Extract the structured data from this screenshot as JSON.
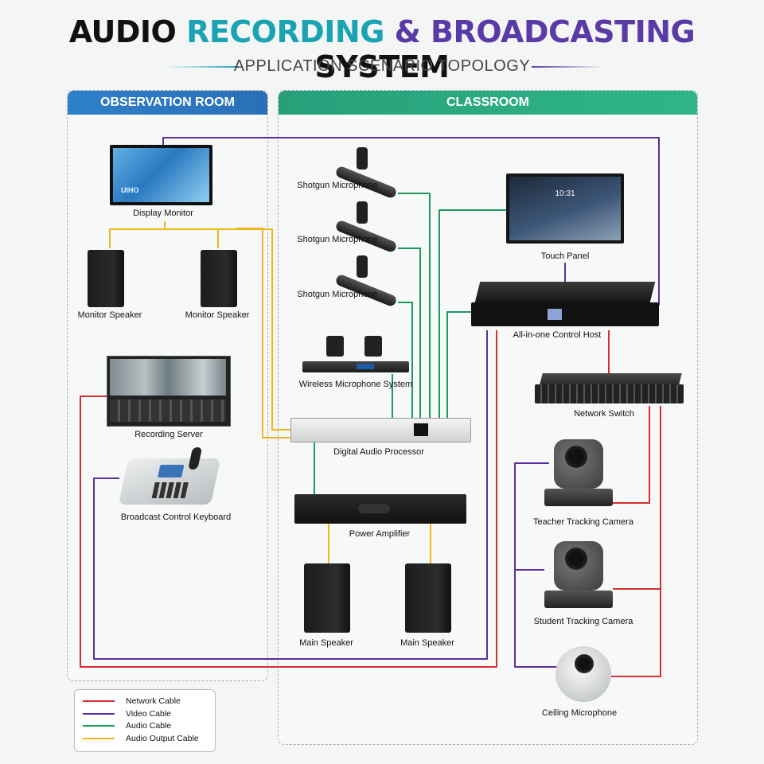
{
  "title": {
    "w1": "AUDIO",
    "w2": "RECORDING",
    "w3": "&",
    "w4": "BROADCASTING",
    "w5": "SYSTEM"
  },
  "subtitle": "APPLICATION SCENARIO TOPOLOGY",
  "panels": {
    "observation": "OBSERVATION ROOM",
    "classroom": "CLASSROOM"
  },
  "devices": {
    "display_monitor": "Display Monitor",
    "monitor_speaker_1": "Monitor Speaker",
    "monitor_speaker_2": "Monitor Speaker",
    "recording_server": "Recording Server",
    "broadcast_keyboard": "Broadcast Control Keyboard",
    "shotgun_mic_1": "Shotgun Microphone",
    "shotgun_mic_2": "Shotgun Microphone",
    "shotgun_mic_3": "Shotgun Microphone",
    "wireless_mic": "Wireless Microphone System",
    "digital_audio_processor": "Digital Audio Processor",
    "power_amplifier": "Power Amplifier",
    "main_speaker_1": "Main Speaker",
    "main_speaker_2": "Main Speaker",
    "touch_panel": "Touch Panel",
    "control_host": "All-in-one Control Host",
    "network_switch": "Network Switch",
    "teacher_camera": "Teacher Tracking Camera",
    "student_camera": "Student Tracking Camera",
    "ceiling_mic": "Ceiling Microphone"
  },
  "screen_text": {
    "clock": "10:31",
    "monitor_logo": "UIHO"
  },
  "legend": [
    {
      "label": "Network Cable",
      "color": "#d32f2f"
    },
    {
      "label": "Video Cable",
      "color": "#5b2d9e"
    },
    {
      "label": "Audio Cable",
      "color": "#1a9a5c"
    },
    {
      "label": "Audio Output Cable",
      "color": "#f2b51c"
    }
  ],
  "colors": {
    "network": "#d32f2f",
    "video": "#5b2d9e",
    "audio": "#1a9a5c",
    "audio_output": "#f2b51c",
    "observation_header": "#2f7fc9",
    "classroom_header": "#27a07a"
  }
}
